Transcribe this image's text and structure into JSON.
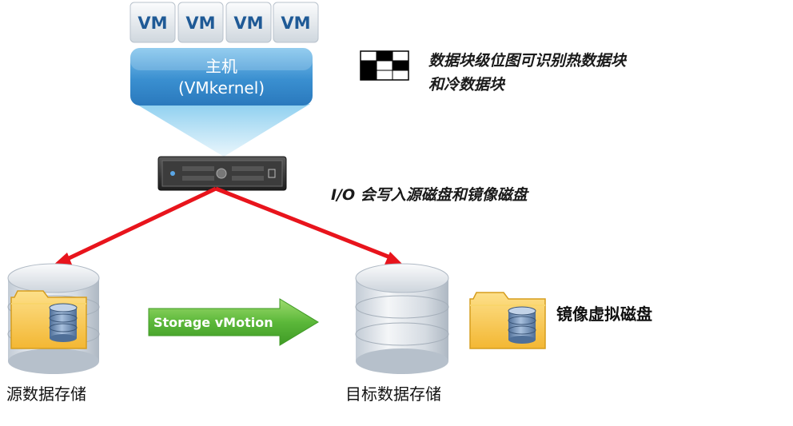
{
  "vms": [
    {
      "label": "VM"
    },
    {
      "label": "VM"
    },
    {
      "label": "VM"
    },
    {
      "label": "VM"
    }
  ],
  "host": {
    "title": "主机",
    "subtitle": "(VMkernel)"
  },
  "bitmap_note": {
    "line1": "数据块级位图可识别热数据块",
    "line2": "和冷数据块"
  },
  "io_note": "I/O 会写入源磁盘和镜像磁盘",
  "storage_vmotion_label": "Storage vMotion",
  "source_storage_label": "源数据存储",
  "target_storage_label": "目标数据存储",
  "mirror_disk_label": "镜像虚拟磁盘",
  "colors": {
    "vm_text": "#1f5a96",
    "host_blue": "#3a8fd0",
    "arrow_red": "#e8141c",
    "vmotion_green": "#5cb83a",
    "folder_yellow": "#f7c24a",
    "disk_blue": "#6f8fb8"
  },
  "icons": {
    "bitmap": "bitmap-grid-icon",
    "server": "server-icon",
    "database": "database-icon",
    "folder": "folder-icon"
  }
}
